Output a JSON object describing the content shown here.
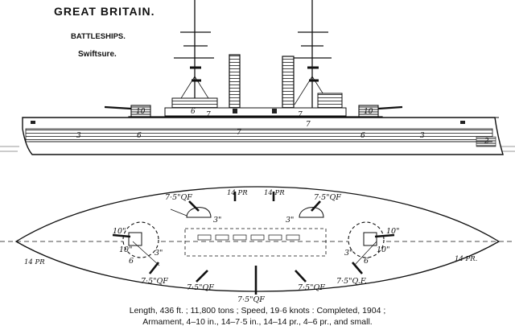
{
  "header": {
    "country": "GREAT BRITAIN.",
    "ship_type": "BATTLESHIPS.",
    "ship_class": "Swiftsure."
  },
  "profile": {
    "armor_marks": [
      "10",
      "10",
      "7",
      "7",
      "7",
      "7",
      "3",
      "3",
      "6",
      "6",
      "6",
      "2"
    ]
  },
  "plan": {
    "gun_labels": {
      "qf_7_5": "7·5\"QF",
      "qf_7_5_alt": "7·5\"Q.F.",
      "pr_14": "14 PR",
      "pr_14_dot": "14 PR."
    },
    "armor_marks": [
      "3\"",
      "3\"",
      "3\"",
      "3\"",
      "10\"",
      "10\"",
      "10\"",
      "10\"",
      "6",
      "6"
    ]
  },
  "caption": {
    "line1": "Length, 436 ft. ; 11,800 tons ; Speed, 19·6 knots : Completed, 1904 ;",
    "line2": "Armament, 4–10 in., 14–7·5 in., 14–14 pr., 4–6 pr., and small."
  }
}
